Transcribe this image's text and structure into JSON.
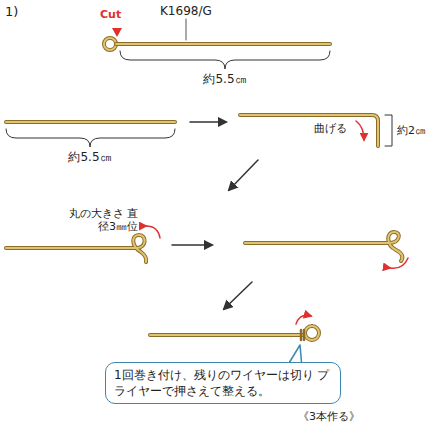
{
  "diagram": {
    "nodes": [
      {
        "text": [
          "1回巻き付け、残りのワイヤーは切り プライヤーで押さえて整える。"
        ]
      }
    ],
    "labels": [
      "1)",
      "Cut",
      "K1698/G",
      "約5.5㎝",
      "約5.5㎝",
      "曲げる",
      "約2㎝",
      "丸の大きさ 直径3㎜位",
      "《3本作る》"
    ]
  }
}
